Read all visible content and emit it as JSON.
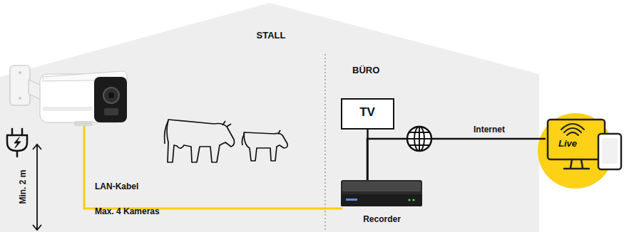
{
  "diagram": {
    "nodes": [
      {
        "text": [
          "STALL"
        ]
      },
      {
        "text": [
          "BÜRO"
        ]
      },
      {
        "text": [
          "TV"
        ],
        "in": 1
      },
      {
        "text": [
          "Recorder"
        ],
        "in": 1
      },
      {
        "text": [
          "Live"
        ]
      }
    ],
    "edges": [
      {
        "from": 2,
        "to": 3,
        "arrow": "none"
      },
      {
        "from": 3,
        "to": 4,
        "label": "Internet",
        "arrow": "none"
      }
    ],
    "labels": [
      "Min. 2 m",
      "LAN-Kabel",
      "Max. 4 Kameras"
    ]
  }
}
